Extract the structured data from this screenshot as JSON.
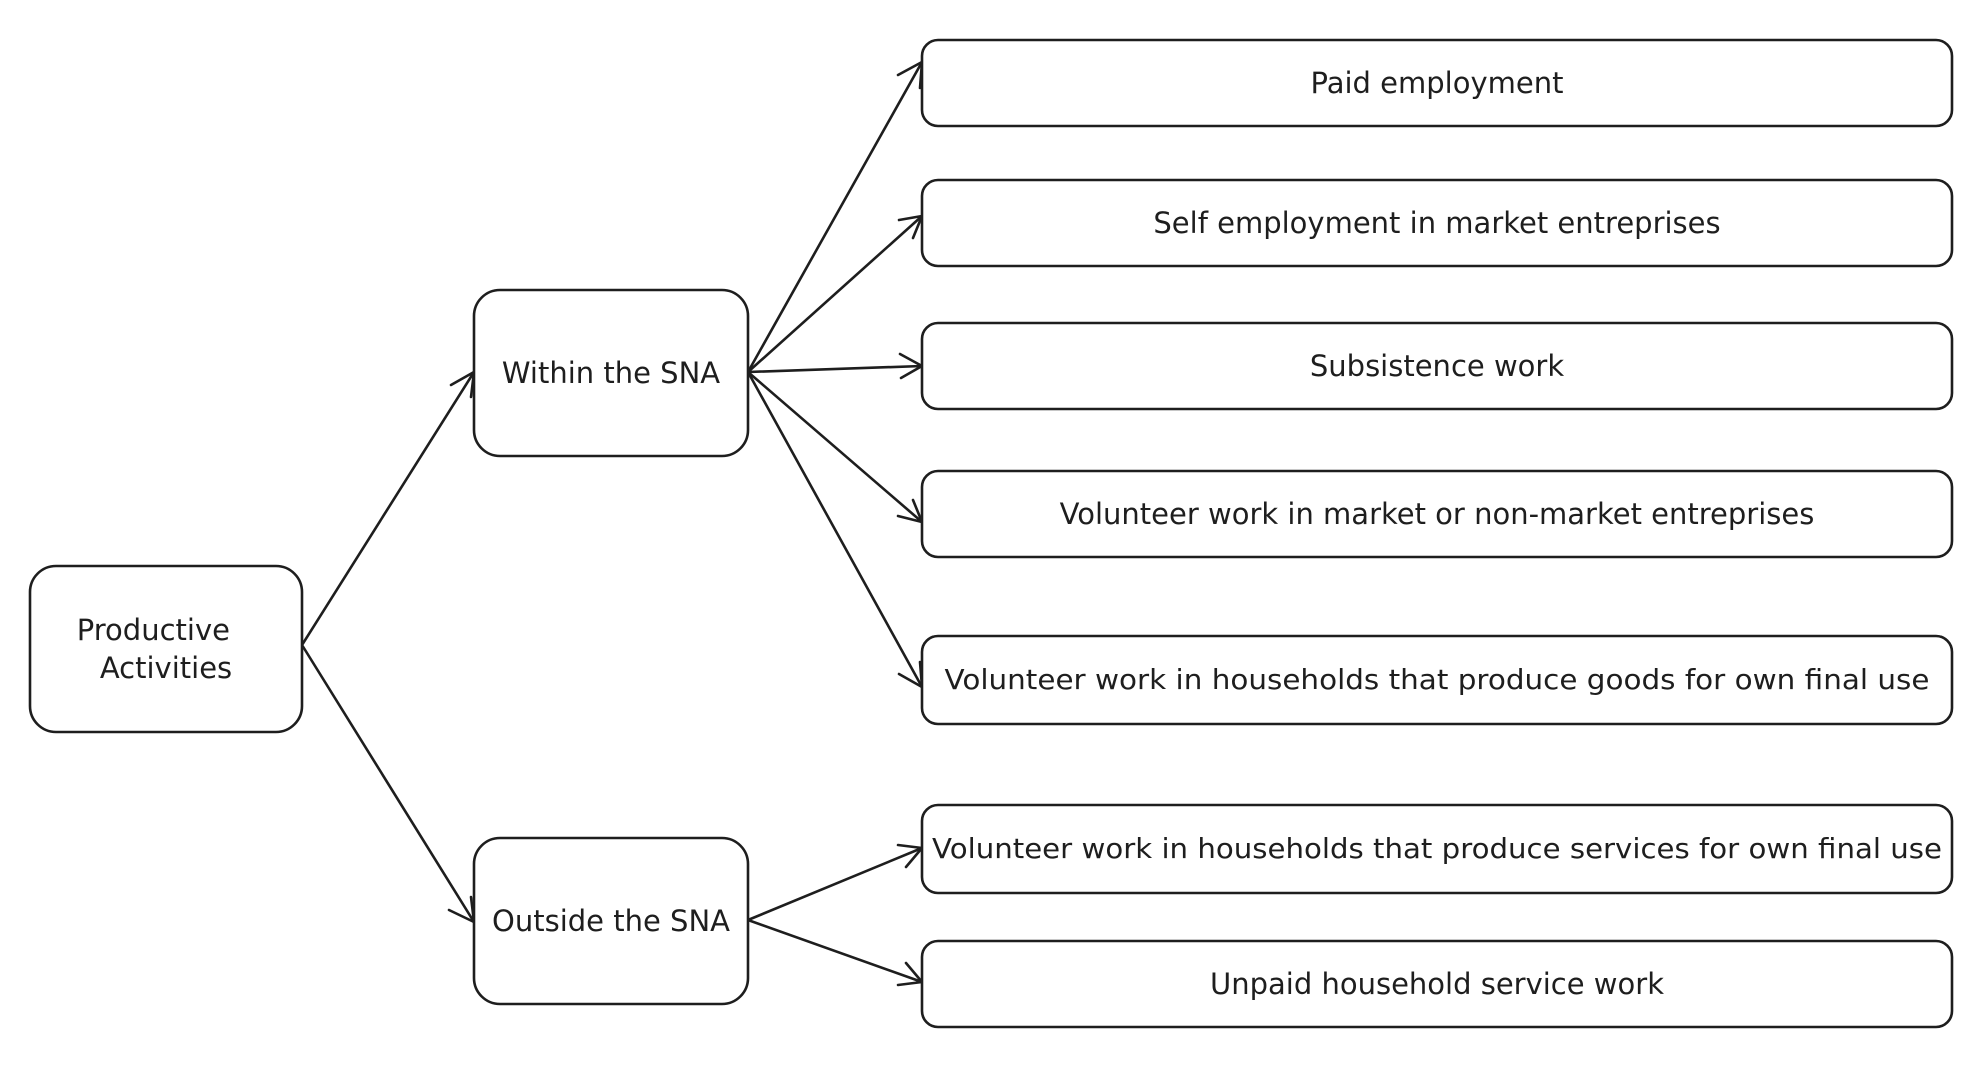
{
  "diagram": {
    "nodes": {
      "root": {
        "lines": [
          "Productive",
          "Activities"
        ]
      },
      "within": {
        "label": "Within the SNA"
      },
      "outside": {
        "label": "Outside the SNA"
      },
      "paid": {
        "label": "Paid employment"
      },
      "self": {
        "label": "Self employment in market entreprises"
      },
      "subsistence": {
        "label": "Subsistence work"
      },
      "volunteer_market": {
        "label": "Volunteer work in market or non-market entreprises"
      },
      "volunteer_goods": {
        "label": "Volunteer work in households that produce goods for own final use"
      },
      "volunteer_services": {
        "label": "Volunteer work in households that produce services for own final use"
      },
      "unpaid": {
        "label": "Unpaid household service work"
      }
    },
    "edges": [
      {
        "from": "root",
        "to": "within"
      },
      {
        "from": "root",
        "to": "outside"
      },
      {
        "from": "within",
        "to": "paid"
      },
      {
        "from": "within",
        "to": "self"
      },
      {
        "from": "within",
        "to": "subsistence"
      },
      {
        "from": "within",
        "to": "volunteer_market"
      },
      {
        "from": "within",
        "to": "volunteer_goods"
      },
      {
        "from": "outside",
        "to": "volunteer_services"
      },
      {
        "from": "outside",
        "to": "unpaid"
      }
    ],
    "colors": {
      "stroke": "#1e1e1e",
      "fill": "#ffffff",
      "background": "#ffffff"
    }
  }
}
